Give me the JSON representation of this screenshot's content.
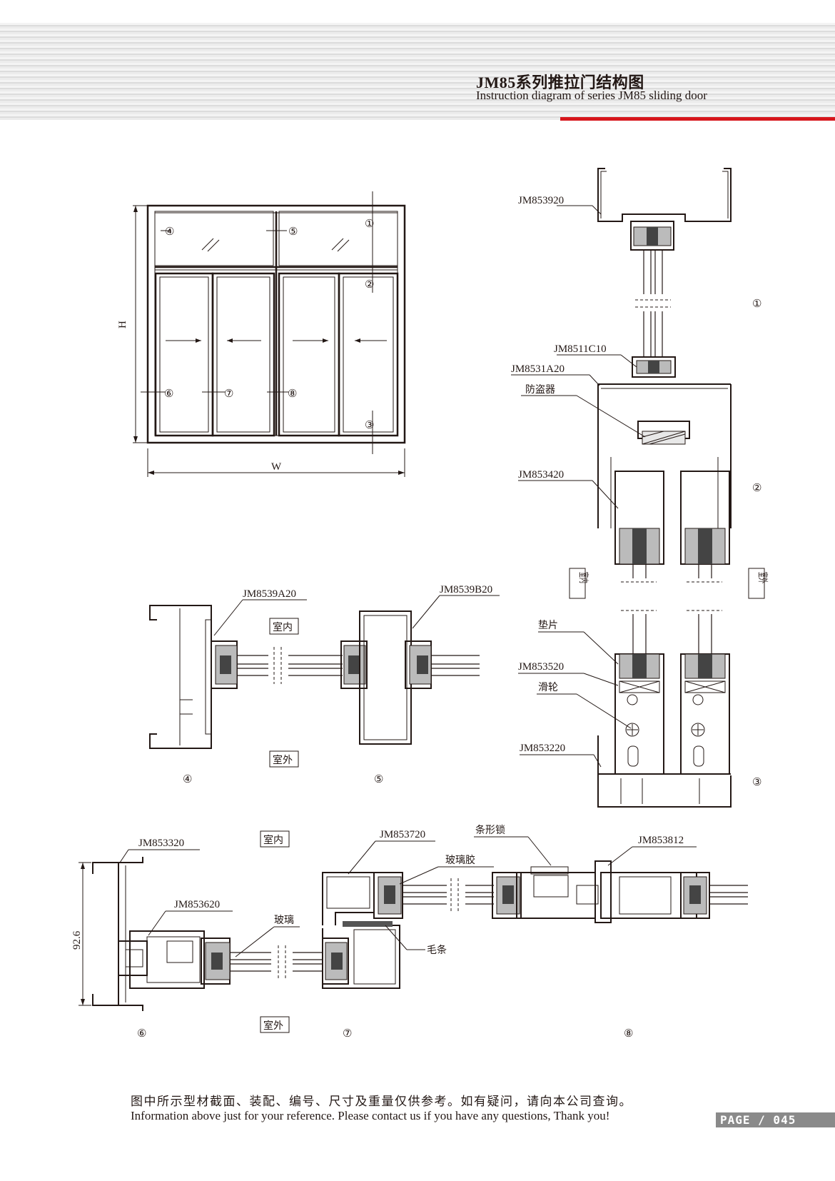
{
  "header": {
    "title_cn": "JM85系列推拉门结构图",
    "title_en": "Instruction diagram of series JM85 sliding door",
    "accent_color": "#d7161c"
  },
  "elevation": {
    "height_label": "H",
    "width_label": "W",
    "markers": [
      "①",
      "②",
      "③",
      "④",
      "⑤",
      "⑥",
      "⑦",
      "⑧"
    ]
  },
  "sections": {
    "s1": {
      "marker": "①",
      "parts": [
        "JM853920"
      ]
    },
    "s2": {
      "marker": "②",
      "parts": [
        "JM8511C10",
        "JM8531A20",
        "防盗器",
        "JM853420"
      ]
    },
    "side_labels": {
      "indoor": "室内",
      "outdoor": "室外"
    },
    "s3": {
      "marker": "③",
      "parts": [
        "垫片",
        "JM853520",
        "滑轮",
        "JM853220"
      ]
    },
    "s4": {
      "marker": "④",
      "parts": [
        "JM8539A20"
      ],
      "indoor": "室内",
      "outdoor": "室外"
    },
    "s5": {
      "marker": "⑤",
      "parts": [
        "JM8539B20"
      ]
    },
    "s6": {
      "marker": "⑥",
      "parts": [
        "JM853320",
        "JM853620"
      ],
      "dimension": "92.6"
    },
    "s7": {
      "marker": "⑦",
      "parts": [
        "JM853720",
        "玻璃胶",
        "玻璃",
        "毛条"
      ],
      "indoor": "室内",
      "outdoor": "室外"
    },
    "s8": {
      "marker": "⑧",
      "parts": [
        "条形锁",
        "JM853812"
      ]
    }
  },
  "footer": {
    "note_cn": "图中所示型材截面、装配、编号、尺寸及重量仅供参考。如有疑问，请向本公司查询。",
    "note_en": "Information above just for your reference. Please contact us if you have any questions, Thank you!",
    "page": "PAGE  /  045"
  }
}
